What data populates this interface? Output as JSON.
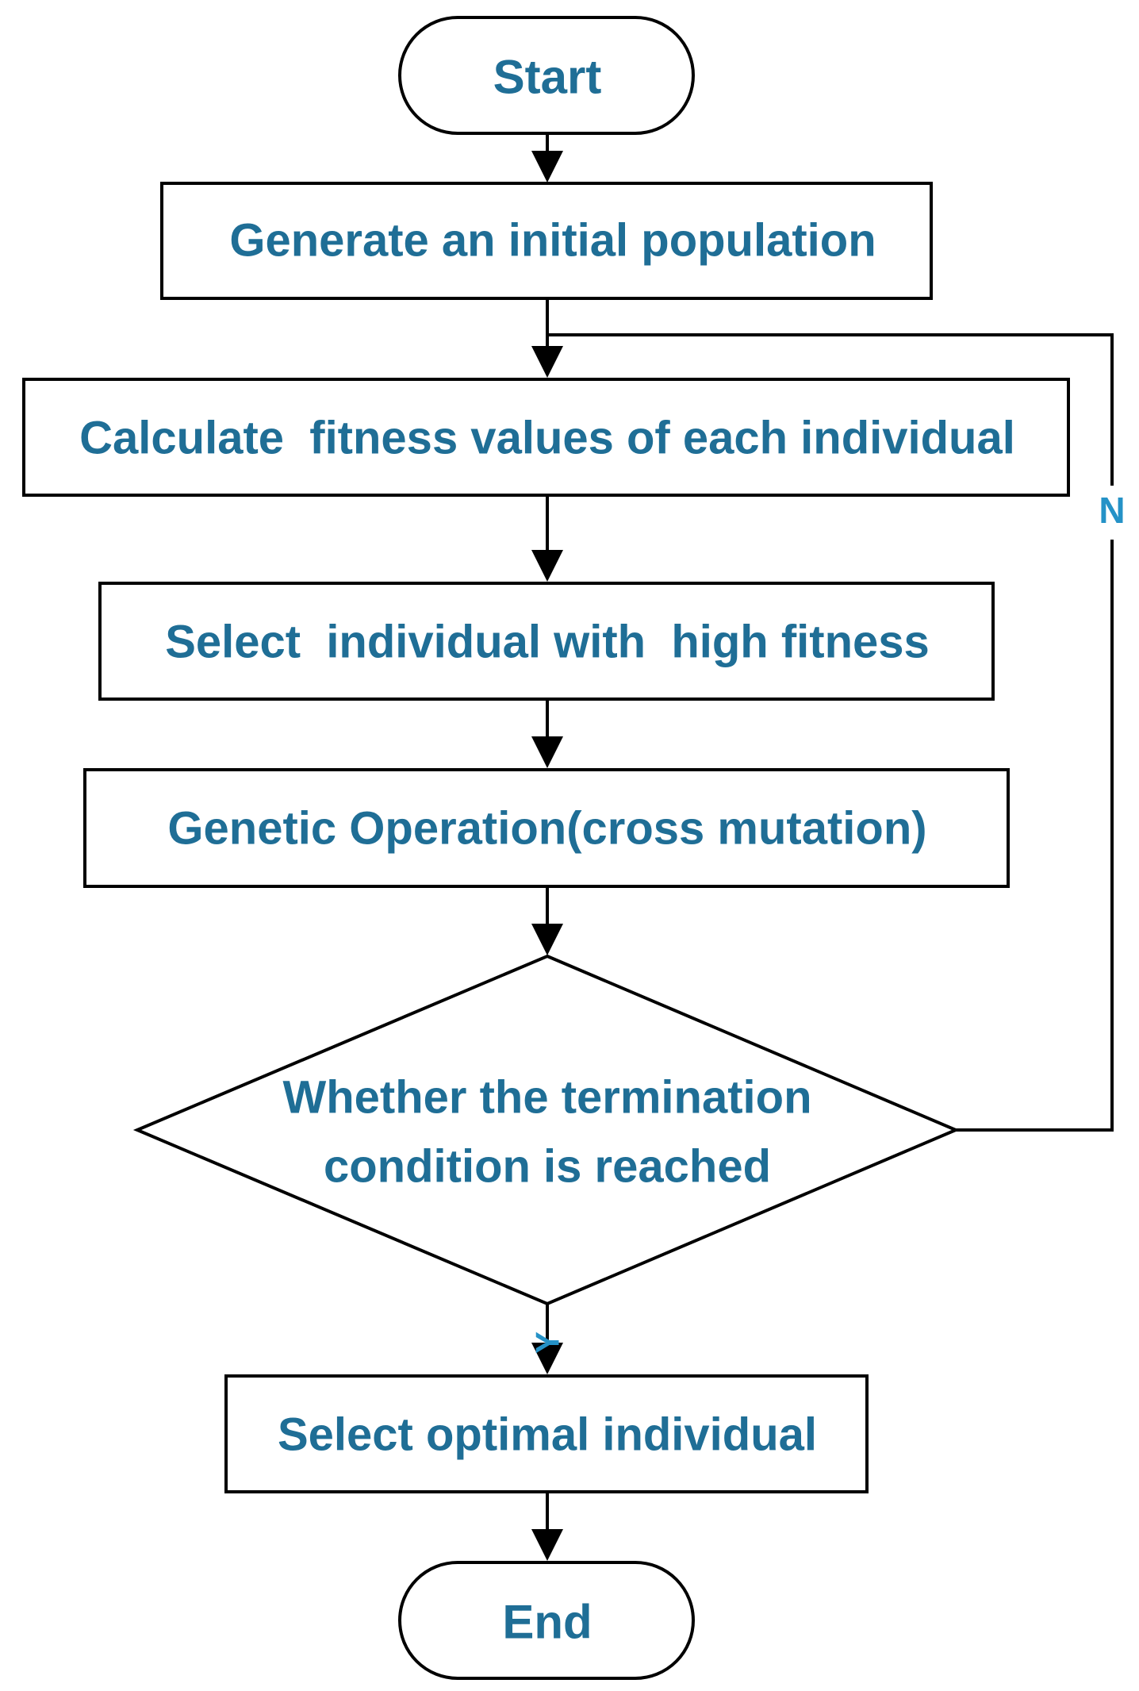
{
  "colors": {
    "text": "#1f6e96",
    "branch_label": "#2592c7",
    "stroke": "#000000",
    "background": "#ffffff"
  },
  "nodes": {
    "start": "Start",
    "generate": "Generate an initial population",
    "calculate": "Calculate  fitness values of each individual",
    "select_high": "Select  individual with  high fitness",
    "genetic": "Genetic Operation(cross mutation)",
    "decision_line1": "Whether the termination",
    "decision_line2": "condition is reached",
    "select_optimal": "Select optimal individual",
    "end": "End"
  },
  "branches": {
    "no": "N",
    "yes": "Y"
  }
}
